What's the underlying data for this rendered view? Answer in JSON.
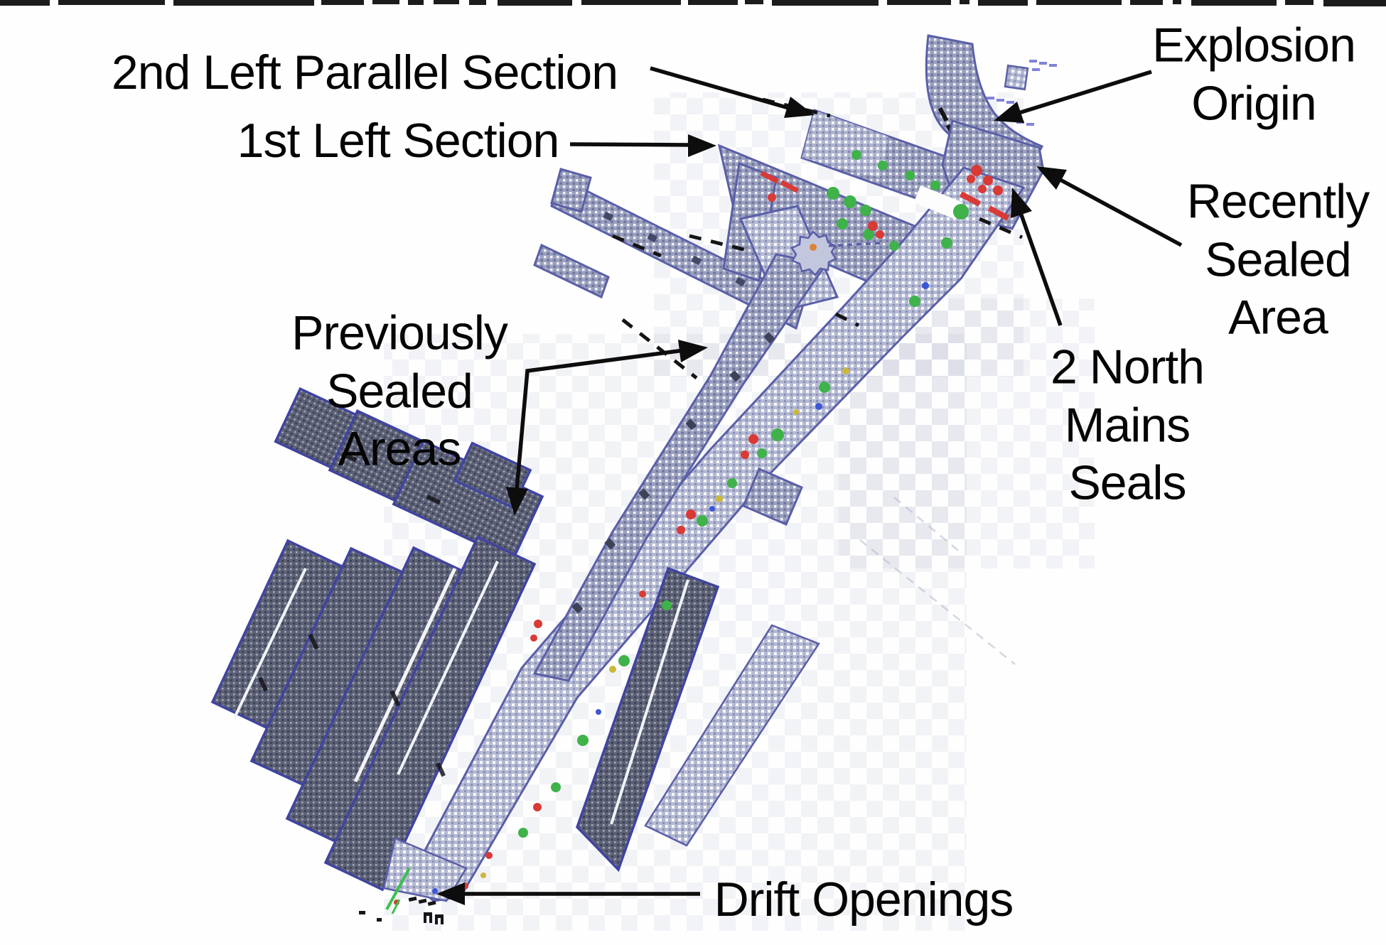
{
  "figure": {
    "background": "#fefefe",
    "description_not_rendered": ""
  },
  "palette": {
    "label_text": "#050505",
    "arrow": "#0d0d0d",
    "workings_light": "#b4b9d3",
    "workings_mid": "#9aa0bf",
    "workings_dark": "#5d6175",
    "outline_blue": "#5a5fa8",
    "outline_dark_blue": "#4044a0",
    "mark_green": "#3fb24a",
    "mark_red": "#d93a36",
    "mark_yellow": "#c9b83a",
    "mark_blue": "#3b57d8",
    "fan_center_orange": "#e0813a",
    "top_bar": "#1c1c1c"
  },
  "annotations": {
    "second_left_parallel": "2nd Left Parallel Section",
    "first_left": "1st Left Section",
    "explosion_origin": "Explosion\nOrigin",
    "recently_sealed": "Recently\nSealed\nArea",
    "north_mains_seals": "2 North\nMains\nSeals",
    "previously_sealed": "Previously\nSealed\nAreas",
    "drift_openings": "Drift Openings"
  }
}
